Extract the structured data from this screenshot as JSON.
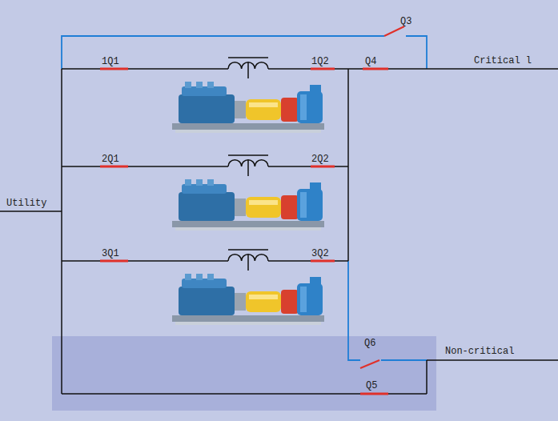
{
  "diagram": {
    "labels": [
      "Q3",
      "1Q1",
      "1Q2",
      "Q4",
      "Critical l",
      "2Q1",
      "2Q2",
      "Utility",
      "3Q1",
      "3Q2",
      "Q6",
      "Non-critical",
      "Q5"
    ]
  }
}
